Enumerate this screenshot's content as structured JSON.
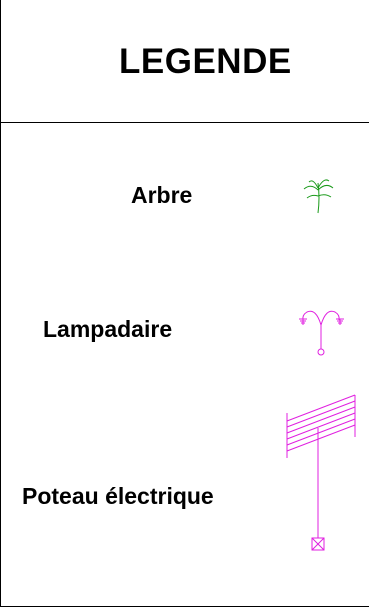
{
  "legend": {
    "title": "LEGENDE",
    "items": [
      {
        "label": "Arbre",
        "symbol": "tree-icon",
        "color": "#1a9a1a"
      },
      {
        "label": "Lampadaire",
        "symbol": "street-lamp-icon",
        "color": "#e020e0"
      },
      {
        "label": "Poteau électrique",
        "symbol": "electric-pole-icon",
        "color": "#e020e0"
      }
    ]
  }
}
